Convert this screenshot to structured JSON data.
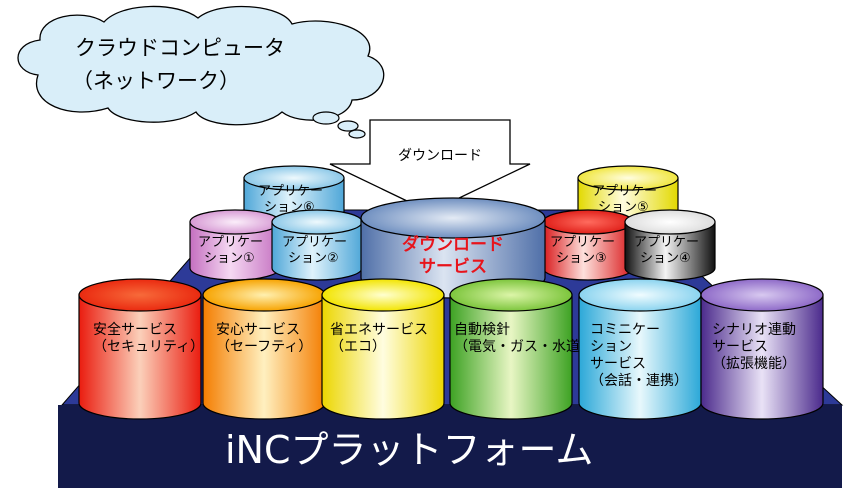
{
  "cloud": {
    "line1": "クラウドコンピュータ",
    "line2": "（ネットワーク）"
  },
  "download_arrow_label": "ダウンロード",
  "download_service": {
    "line1": "ダウンロード",
    "line2": "サービス",
    "color": "#e8141b"
  },
  "applications": [
    {
      "id": "app1",
      "line1": "アプリケー",
      "line2": "ション①"
    },
    {
      "id": "app2",
      "line1": "アプリケー",
      "line2": "ション②"
    },
    {
      "id": "app3",
      "line1": "アプリケー",
      "line2": "ション③"
    },
    {
      "id": "app4",
      "line1": "アプリケー",
      "line2": "ション④"
    },
    {
      "id": "app5",
      "line1": "アプリケー",
      "line2": "ション⑤"
    },
    {
      "id": "app6",
      "line1": "アプリケー",
      "line2": "ション⑥"
    }
  ],
  "services": [
    {
      "id": "security",
      "lines": [
        "安全サービス",
        "（セキュリティ）"
      ]
    },
    {
      "id": "safety",
      "lines": [
        "安心サービス",
        "（セーフティ）"
      ]
    },
    {
      "id": "eco",
      "lines": [
        "省エネサービス",
        "（エコ）"
      ]
    },
    {
      "id": "metering",
      "lines": [
        "自動検針",
        "（電気・ガス・水道）"
      ]
    },
    {
      "id": "communication",
      "lines": [
        "コミニケー",
        "ション",
        "サービス",
        "（会話・連携）"
      ]
    },
    {
      "id": "scenario",
      "lines": [
        "シナリオ連動",
        "サービス",
        "（拡張機能）"
      ]
    }
  ],
  "platform": {
    "title": "iNCプラットフォーム",
    "color": "#131a4a"
  }
}
